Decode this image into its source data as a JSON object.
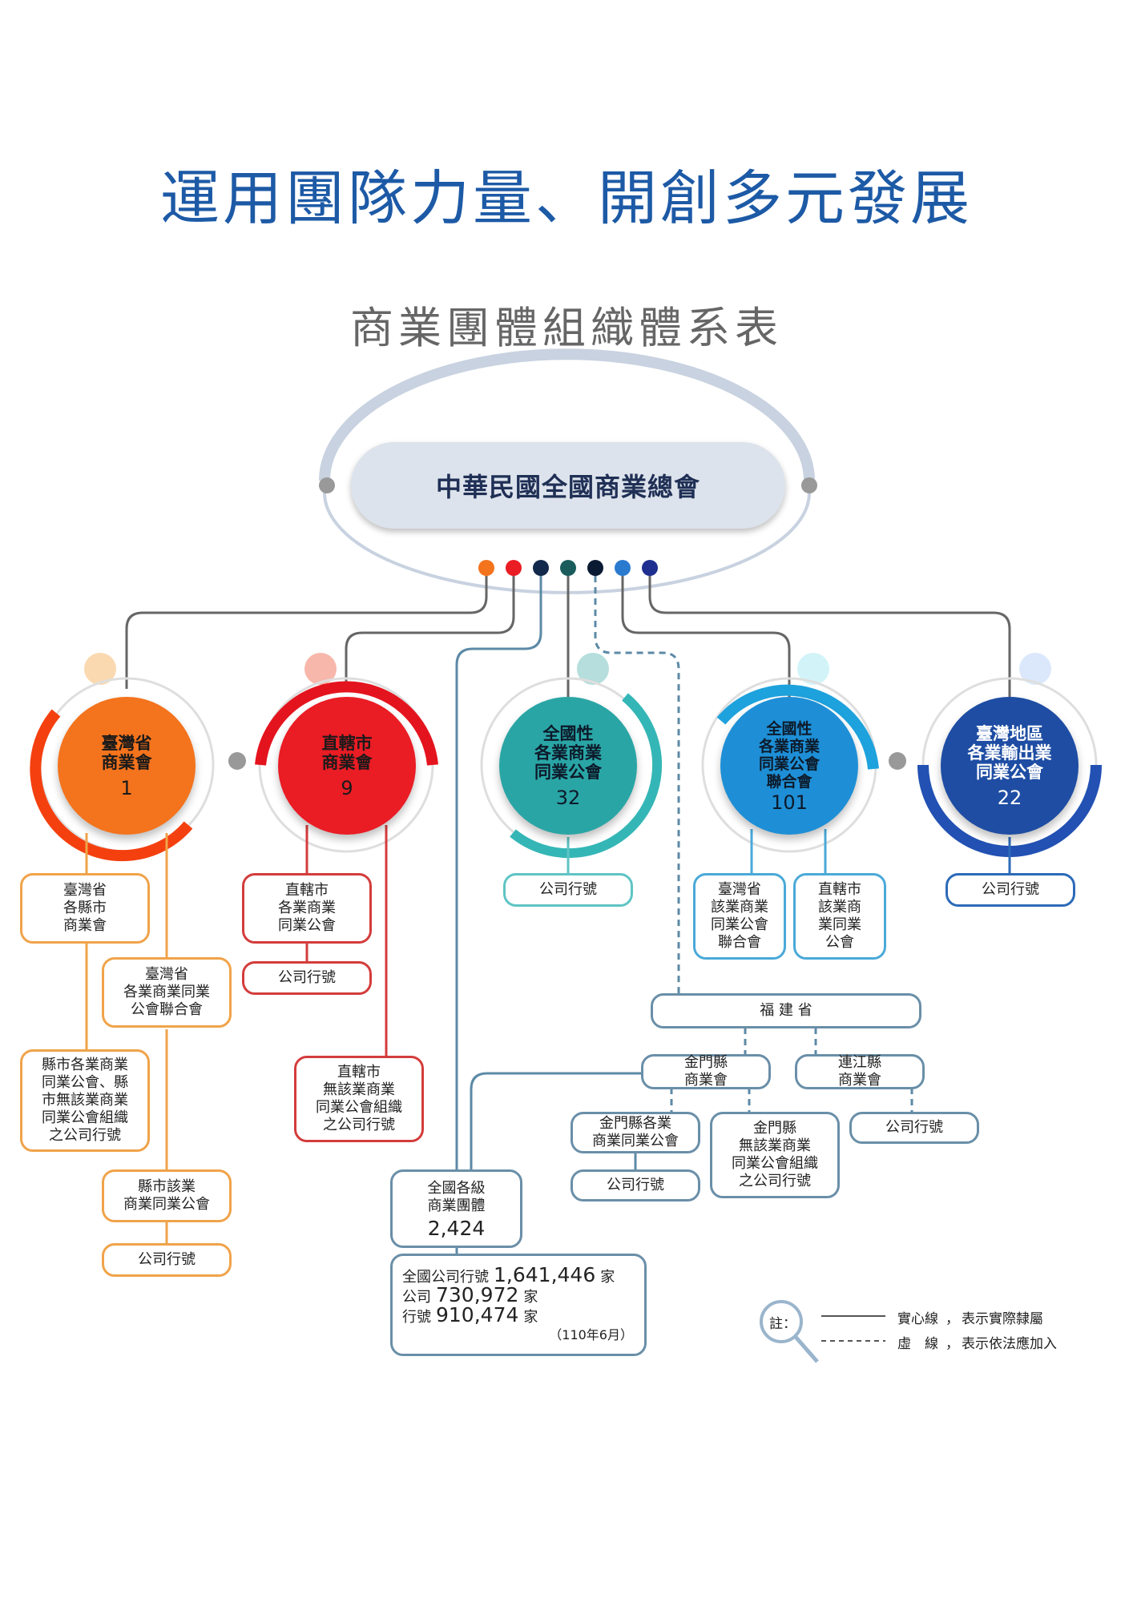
{
  "title": "運用團隊力量、開創多元發展",
  "subtitle": "商業團體組織體系表",
  "root": "中華民國全國商業總會",
  "circles": {
    "provincial": {
      "label1": "臺灣省",
      "label2": "商業會",
      "count": "1"
    },
    "municipal": {
      "label1": "直轄市",
      "label2": "商業會",
      "count": "9"
    },
    "national_assoc": {
      "label1": "全國性",
      "label2": "各業商業",
      "label3": "同業公會",
      "count": "32"
    },
    "national_fed": {
      "label1": "全國性",
      "label2": "各業商業",
      "label3": "同業公會",
      "label4": "聯合會",
      "count": "101"
    },
    "export": {
      "label1": "臺灣地區",
      "label2": "各業輸出業",
      "label3": "同業公會",
      "count": "22"
    }
  },
  "boxes": {
    "prov_county": [
      "臺灣省",
      "各縣市",
      "商業會"
    ],
    "prov_union": [
      "臺灣省",
      "各業商業同業",
      "公會聯合會"
    ],
    "prov_county_assoc": [
      "縣市各業商業",
      "同業公會、縣",
      "市無該業商業",
      "同業公會組織",
      "之公司行號"
    ],
    "county_assoc": [
      "縣市該業",
      "商業同業公會"
    ],
    "company": "公司行號",
    "muni_assoc": [
      "直轄市",
      "各業商業",
      "同業公會"
    ],
    "muni_none": [
      "直轄市",
      "無該業商業",
      "同業公會組織",
      "之公司行號"
    ],
    "fed_prov": [
      "臺灣省",
      "該業商業",
      "同業公會",
      "聯合會"
    ],
    "fed_muni": [
      "直轄市",
      "該業商",
      "業同業",
      "公會"
    ],
    "fujian": "福 建 省",
    "kinmen": [
      "金門縣",
      "商業會"
    ],
    "lienchiang": [
      "連江縣",
      "商業會"
    ],
    "kinmen_assoc": [
      "金門縣各業",
      "商業同業公會"
    ],
    "kinmen_none": [
      "金門縣",
      "無該業商業",
      "同業公會組織",
      "之公司行號"
    ],
    "all_levels": [
      "全國各級",
      "商業團體"
    ],
    "all_levels_count": "2,424"
  },
  "stats": {
    "total_label": "全國公司行號",
    "total_value": "1,641,446",
    "unit": "家",
    "company_label": "公司",
    "company_value": "730,972",
    "firm_label": "行號",
    "firm_value": "910,474",
    "date": "（110年6月）"
  },
  "legend": {
    "note": "註：",
    "solid_a": "實心線",
    "solid_b": "表示實際隸屬",
    "dashed_a": "虛　線",
    "dashed_b": "表示依法應加入"
  },
  "colors": {
    "orange": "#f4731d",
    "red": "#ea1c24",
    "teal": "#2aa5a5",
    "light_blue": "#1e8fd6",
    "dark_blue": "#1e4da3",
    "title_blue": "#1d5aa6"
  }
}
